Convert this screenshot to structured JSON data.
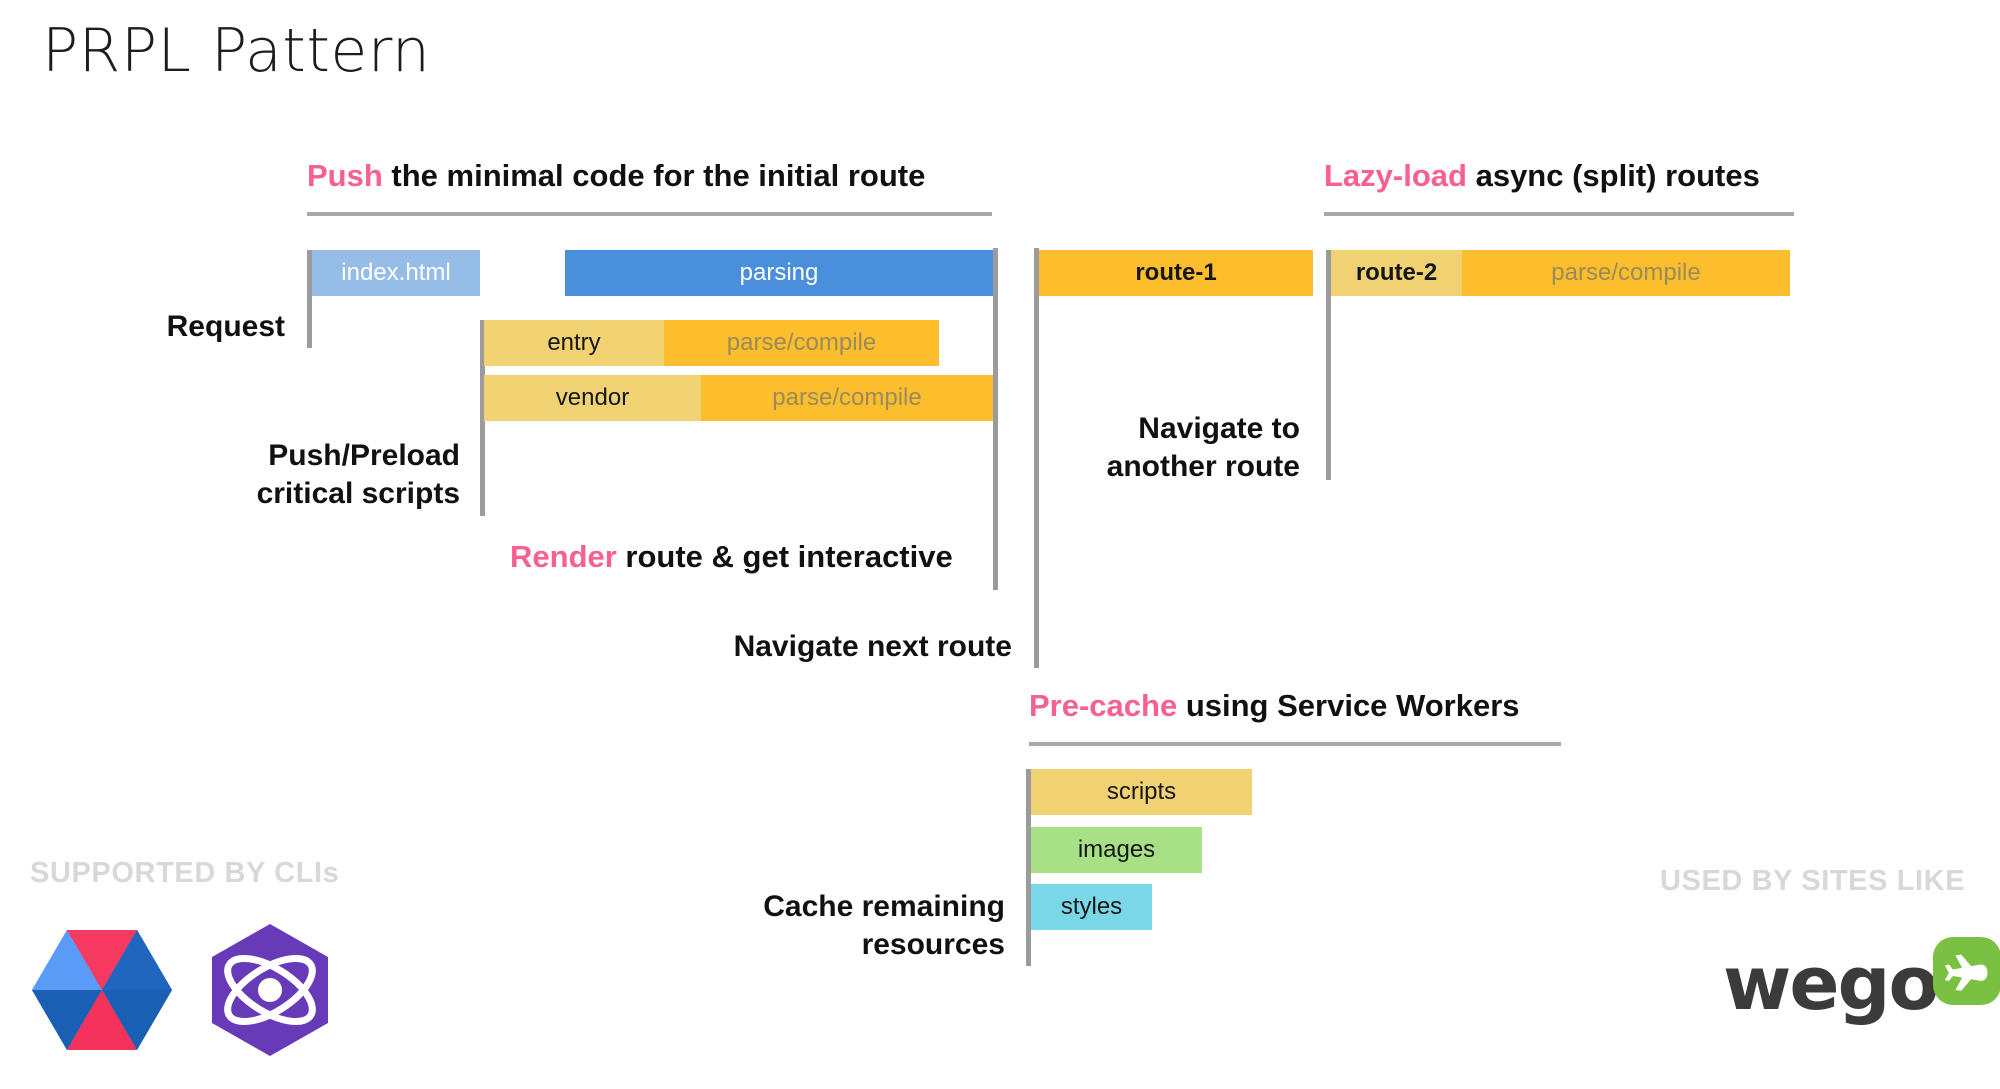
{
  "page": {
    "title": "PRPL Pattern",
    "background": "#ffffff",
    "accent_pink": "#f8608f",
    "rule_color": "#a8a8a8",
    "marker_color": "#9b9b9b"
  },
  "sections": {
    "push": {
      "keyword": "Push",
      "rest": " the minimal code for the initial route"
    },
    "lazy": {
      "keyword": "Lazy-load",
      "rest": " async (split) routes"
    },
    "render": {
      "keyword": "Render",
      "rest": " route & get interactive"
    },
    "precache": {
      "keyword": "Pre-cache",
      "rest": " using Service Workers"
    }
  },
  "labels": {
    "request": "Request",
    "push_preload": "Push/Preload\ncritical scripts",
    "navigate_next_route": "Navigate next route",
    "navigate_another_route": "Navigate to\nanother route",
    "cache_remaining": "Cache remaining\nresources"
  },
  "bars": {
    "index_html": {
      "label": "index.html",
      "color": "#96bde8",
      "text_color": "#ffffff"
    },
    "parsing": {
      "label": "parsing",
      "color": "#4a8fdb",
      "text_color": "#ffffff"
    },
    "entry": {
      "label": "entry",
      "color": "#f1d273",
      "text_color": "#161616"
    },
    "entry_parse": {
      "label": "parse/compile",
      "color": "#fcbe2c",
      "text_color": "#9a8a5c"
    },
    "vendor": {
      "label": "vendor",
      "color": "#f1d273",
      "text_color": "#161616"
    },
    "vendor_parse": {
      "label": "parse/compile",
      "color": "#fcbe2c",
      "text_color": "#9a8a5c"
    },
    "route1": {
      "label": "route-1",
      "color": "#fcbe2c",
      "text_color": "#161616"
    },
    "route2": {
      "label": "route-2",
      "color": "#f1d273",
      "text_color": "#161616"
    },
    "route2_parse": {
      "label": "parse/compile",
      "color": "#fcbe2c",
      "text_color": "#9a8a5c"
    },
    "scripts": {
      "label": "scripts",
      "color": "#f1d273",
      "text_color": "#161616"
    },
    "images": {
      "label": "images",
      "color": "#a8e086",
      "text_color": "#161616"
    },
    "styles": {
      "label": "styles",
      "color": "#79d7e8",
      "text_color": "#161616"
    }
  },
  "footer": {
    "supported_by": "SUPPORTED BY CLIs",
    "used_by": "USED BY SITES LIKE",
    "logos": [
      {
        "name": "polymer-logo",
        "colors": [
          "#4285f4",
          "#1a5fb4",
          "#f5325b",
          "#f77f9a"
        ]
      },
      {
        "name": "preact-logo",
        "colors": [
          "#673ab8",
          "#ffffff"
        ]
      },
      {
        "name": "wego-logo",
        "text": "wego",
        "text_color": "#3b3b3b",
        "badge_color": "#7ac143"
      }
    ]
  }
}
